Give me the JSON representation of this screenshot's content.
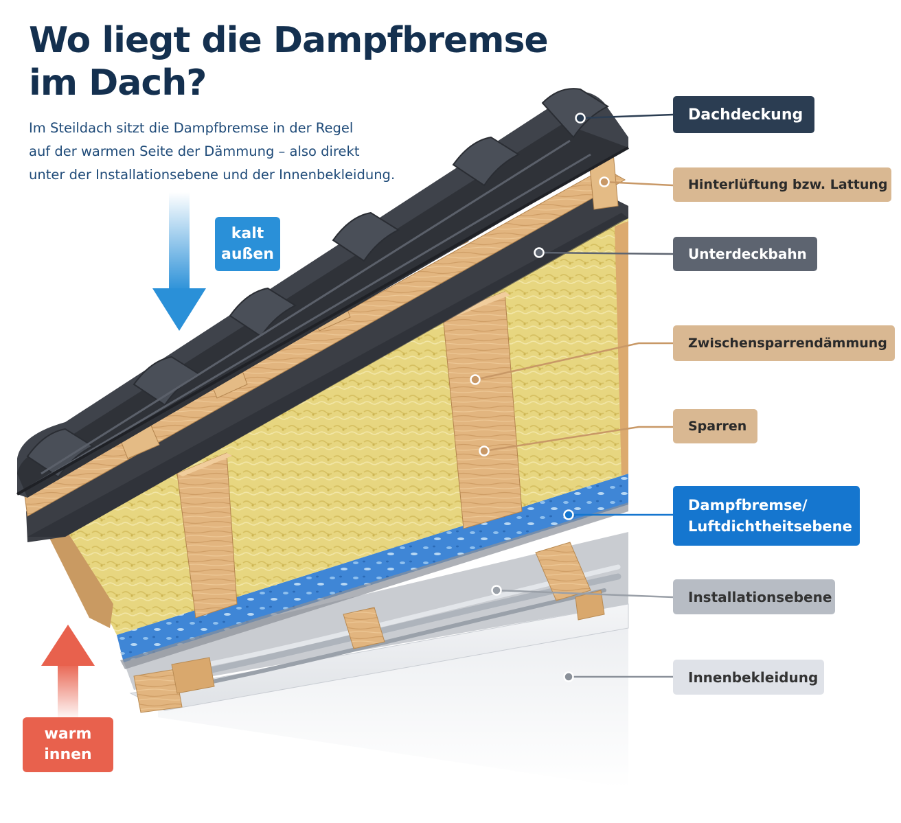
{
  "title": {
    "line1": "Wo liegt die Dampfbremse",
    "line2": "im Dach?"
  },
  "subtitle": {
    "line1": "Im Steildach sitzt die Dampfbremse in der Regel",
    "line2": "auf der warmen Seite der Dämmung – also direkt",
    "line3": "unter der Installationsebene und der Innenbekleidung."
  },
  "indicators": {
    "cold": {
      "line1": "kalt",
      "line2": "außen",
      "color": "#2a90d8"
    },
    "warm": {
      "line1": "warm",
      "line2": "innen",
      "color": "#e8614d"
    }
  },
  "layers": [
    {
      "id": "dachdeckung",
      "label": "Dachdeckung"
    },
    {
      "id": "lattung",
      "label": "Hinterlüftung bzw. Lattung"
    },
    {
      "id": "unterdeckbahn",
      "label": "Unterdeckbahn"
    },
    {
      "id": "daemmung",
      "label": "Zwischensparrendämmung"
    },
    {
      "id": "sparren",
      "label": "Sparren"
    },
    {
      "id": "dampfbremse",
      "line1": "Dampfbremse/",
      "line2": "Luftdichtheitsebene"
    },
    {
      "id": "installation",
      "label": "Installationsebene"
    },
    {
      "id": "innenbekleidung",
      "label": "Innenbekleidung"
    }
  ],
  "colors": {
    "title": "#14304f",
    "subtitle": "#1e4a78",
    "tiles": "#3d4149",
    "wood": "#e0b47e",
    "insulation": "#e6d47a",
    "membrane_dark": "#3a3d44",
    "vapor_barrier": "#2f7fd0",
    "drywall": "#f1f2f4",
    "accent_blue": "#1576cf"
  }
}
